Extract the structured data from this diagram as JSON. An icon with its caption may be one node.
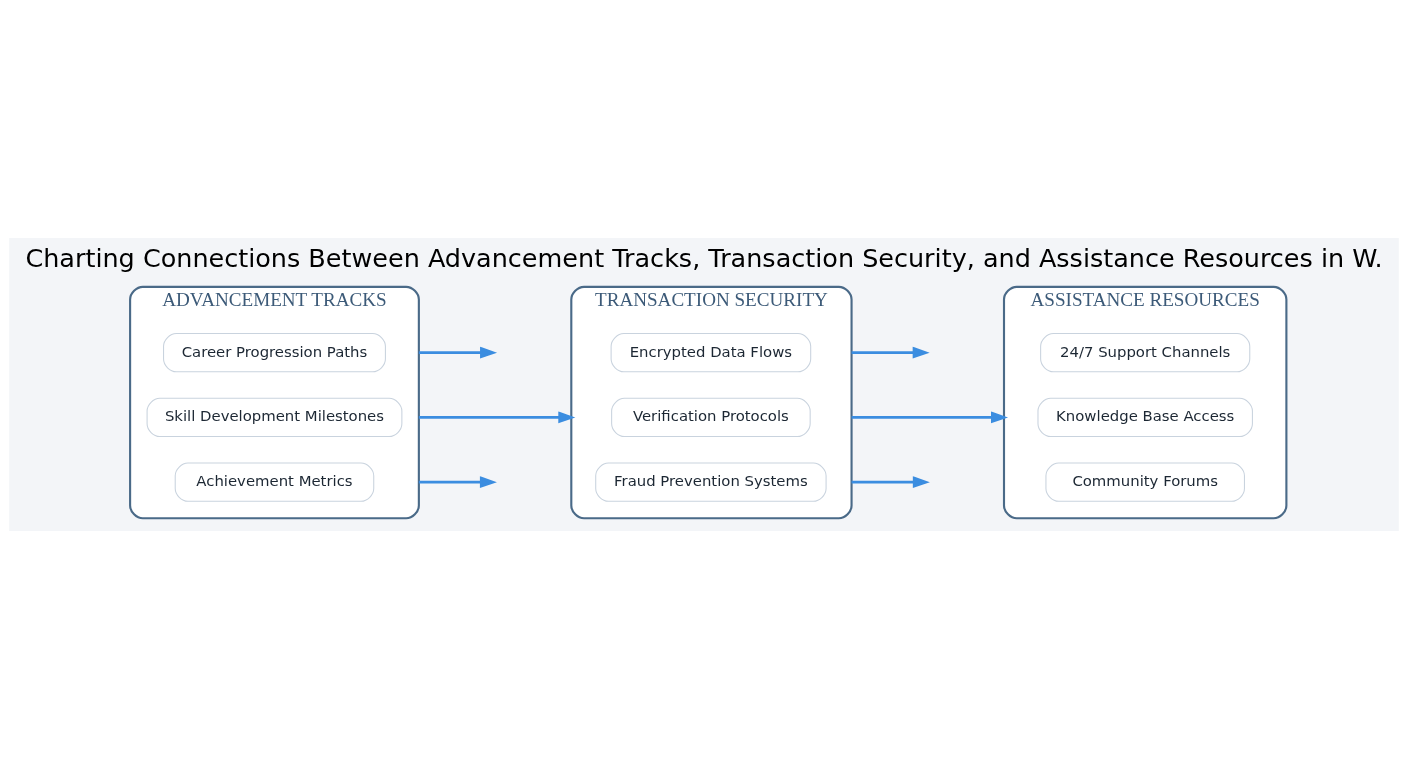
{
  "diagram": {
    "title": "Charting Connections Between Advancement Tracks, Transaction Security, and Assistance Resources in W.",
    "nodes": [
      {
        "text": [
          "ADVANCEMENT TRACKS"
        ]
      },
      {
        "text": [
          "Career Progression Paths"
        ],
        "in": 0
      },
      {
        "text": [
          "Skill Development Milestones"
        ],
        "in": 0
      },
      {
        "text": [
          "Achievement Metrics"
        ],
        "in": 0
      },
      {
        "text": [
          "TRANSACTION SECURITY"
        ]
      },
      {
        "text": [
          "Encrypted Data Flows"
        ],
        "in": 4
      },
      {
        "text": [
          "Verification Protocols"
        ],
        "in": 4
      },
      {
        "text": [
          "Fraud Prevention Systems"
        ],
        "in": 4
      },
      {
        "text": [
          "ASSISTANCE RESOURCES"
        ]
      },
      {
        "text": [
          "24/7 Support Channels"
        ],
        "in": 8
      },
      {
        "text": [
          "Knowledge Base Access"
        ],
        "in": 8
      },
      {
        "text": [
          "Community Forums"
        ],
        "in": 8
      }
    ],
    "edges": [
      {
        "from": 0,
        "to": null,
        "arrow": "to"
      },
      {
        "from": 0,
        "to": 4,
        "arrow": "to"
      },
      {
        "from": 0,
        "to": null,
        "arrow": "to"
      },
      {
        "from": 4,
        "to": null,
        "arrow": "to"
      },
      {
        "from": 4,
        "to": 8,
        "arrow": "to"
      },
      {
        "from": 4,
        "to": null,
        "arrow": "to"
      }
    ]
  }
}
